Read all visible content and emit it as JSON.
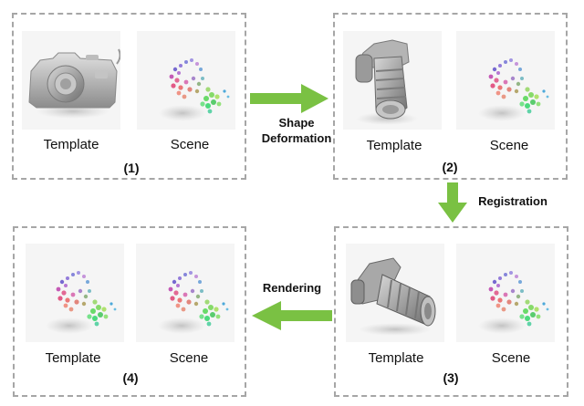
{
  "panels": [
    {
      "number": "(1)",
      "left_caption": "Template",
      "right_caption": "Scene"
    },
    {
      "number": "(2)",
      "left_caption": "Template",
      "right_caption": "Scene"
    },
    {
      "number": "(3)",
      "left_caption": "Template",
      "right_caption": "Scene"
    },
    {
      "number": "(4)",
      "left_caption": "Template",
      "right_caption": "Scene"
    }
  ],
  "steps": {
    "shape_deformation_line1": "Shape",
    "shape_deformation_line2": "Deformation",
    "registration": "Registration",
    "rendering": "Rendering"
  },
  "colors": {
    "arrow": "#7ac143",
    "panel_border": "#a6a6a6"
  }
}
